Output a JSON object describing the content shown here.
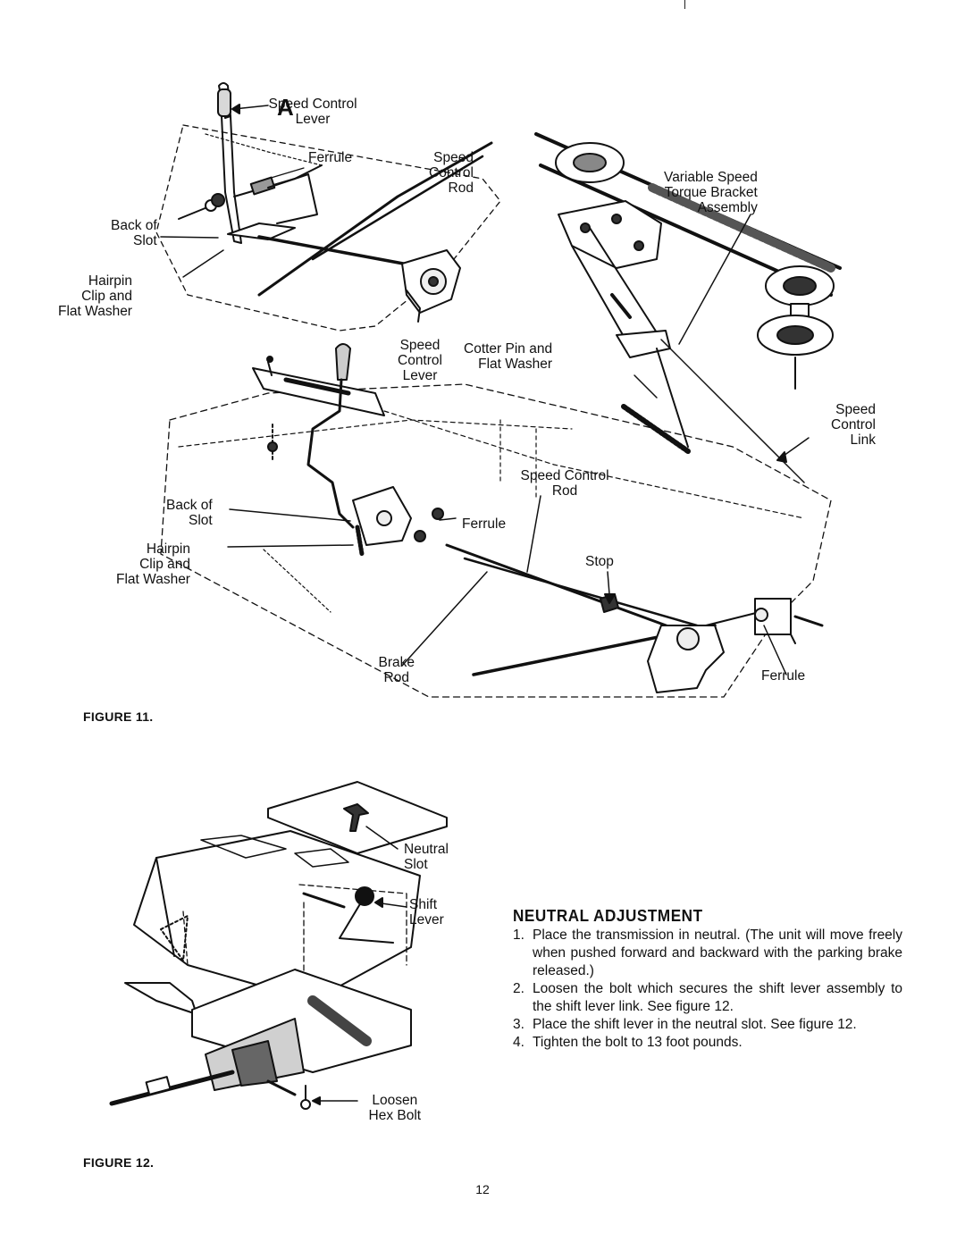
{
  "figure11": {
    "caption": "FIGURE 11.",
    "inset_letter": "A",
    "labels": {
      "speed_control_lever_top": "Speed Control\nLever",
      "ferrule_top": "Ferrule",
      "speed_control_rod_top": "Speed\nControl\nRod",
      "back_of_slot_top": "Back of\nSlot",
      "hairpin_top": "Hairpin\nClip and\nFlat Washer",
      "speed_control_lever_mid": "Speed\nControl\nLever",
      "variable_speed_bracket": "Variable Speed\nTorque Bracket\nAssembly",
      "cotter_pin": "Cotter Pin and\nFlat Washer",
      "speed_control_link": "Speed\nControl\nLink",
      "speed_control_rod_mid": "Speed Control\nRod",
      "back_of_slot_mid": "Back of\nSlot",
      "ferrule_mid": "Ferrule",
      "hairpin_mid": "Hairpin\nClip and\nFlat Washer",
      "stop": "Stop",
      "brake_rod": "Brake\nRod",
      "ferrule_bottom": "Ferrule"
    }
  },
  "figure12": {
    "caption": "FIGURE 12.",
    "labels": {
      "neutral_slot": "Neutral\nSlot",
      "shift_lever": "Shift\nLever",
      "loosen_hex_bolt": "Loosen\nHex Bolt"
    }
  },
  "section": {
    "heading": "NEUTRAL ADJUSTMENT",
    "steps": [
      {
        "num": "1.",
        "text": "Place the transmission in neutral. (The unit will move freely when pushed forward and backward with the parking brake released.)"
      },
      {
        "num": "2.",
        "text": "Loosen the bolt which secures the shift lever assembly to the shift lever link. See figure 12."
      },
      {
        "num": "3.",
        "text": "Place the shift lever in the neutral slot. See figure 12."
      },
      {
        "num": "4.",
        "text": "Tighten the bolt to 13 foot pounds."
      }
    ]
  },
  "page_number": "12"
}
